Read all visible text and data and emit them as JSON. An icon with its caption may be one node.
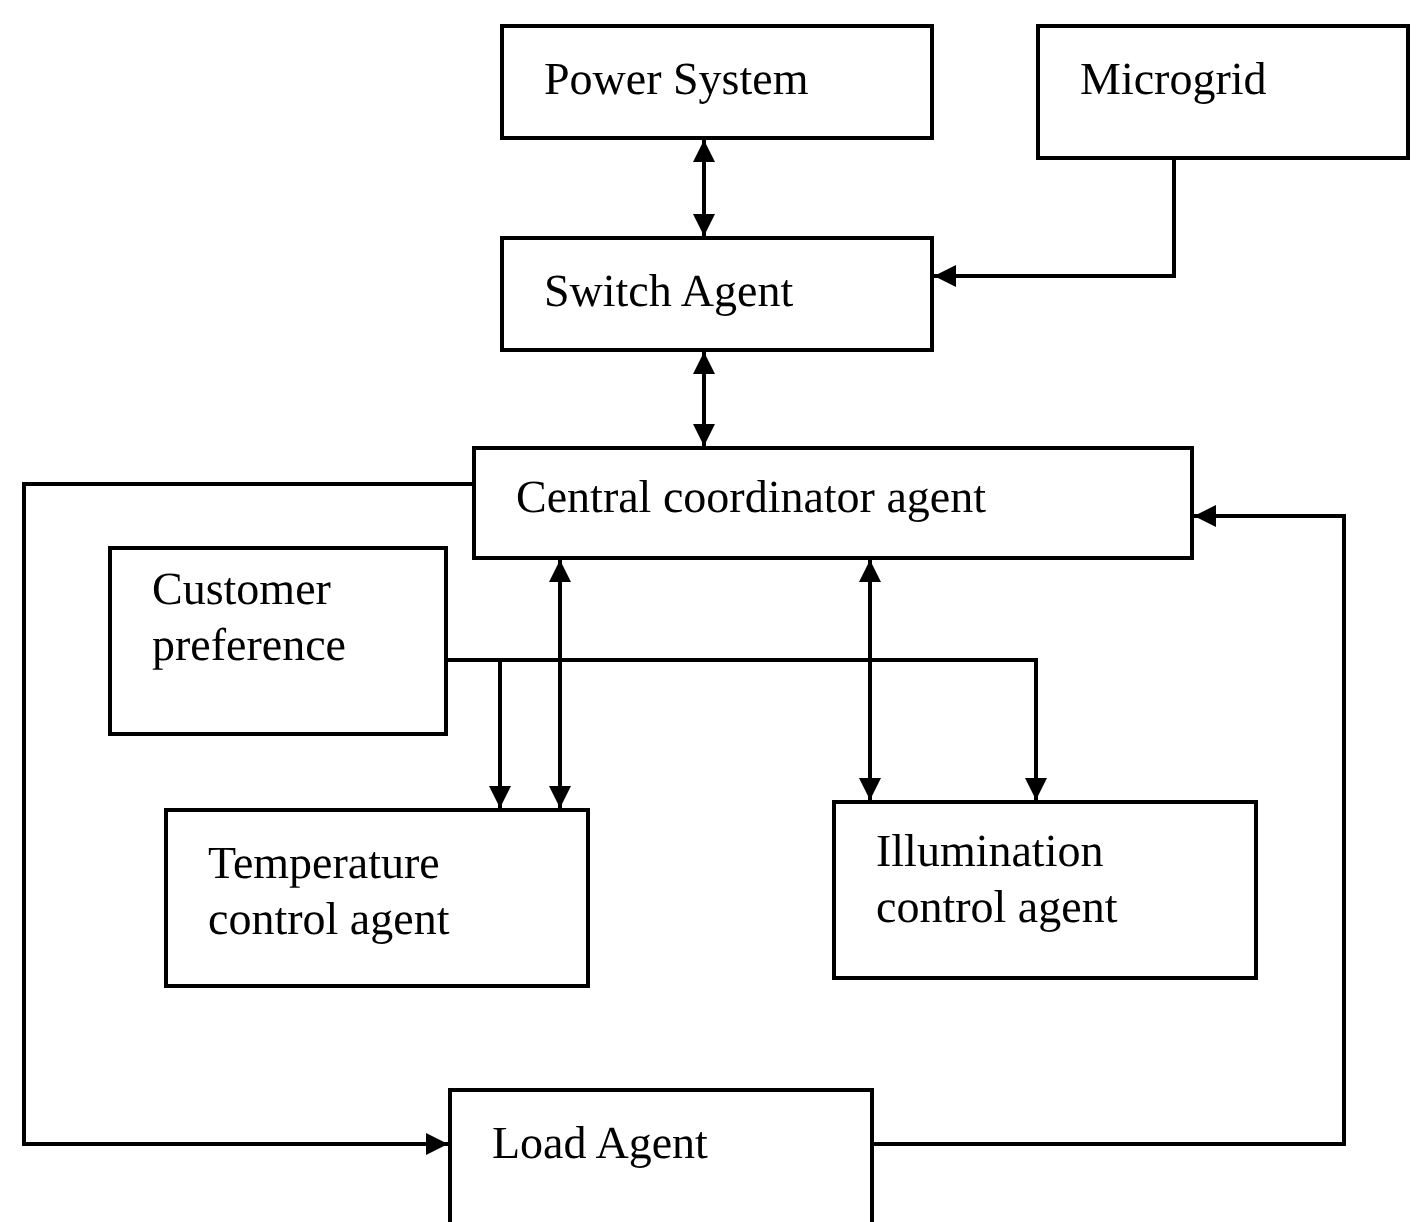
{
  "diagram": {
    "nodes": [
      {
        "text": [
          "Power System"
        ]
      },
      {
        "text": [
          "Microgrid"
        ]
      },
      {
        "text": [
          "Switch Agent"
        ]
      },
      {
        "text": [
          "Central coordinator agent"
        ]
      },
      {
        "text": [
          "Customer preference"
        ]
      },
      {
        "text": [
          "Temperature control agent"
        ]
      },
      {
        "text": [
          "Illumination control agent"
        ]
      },
      {
        "text": [
          "Load Agent"
        ]
      }
    ],
    "edges": [
      {
        "from": 0,
        "to": 2,
        "arrow": "both"
      },
      {
        "from": 1,
        "to": 2,
        "arrow": "to"
      },
      {
        "from": 2,
        "to": 3,
        "arrow": "both"
      },
      {
        "from": 3,
        "to": 5,
        "arrow": "both"
      },
      {
        "from": 4,
        "to": 5,
        "arrow": "to"
      },
      {
        "from": 4,
        "to": 6,
        "arrow": "to"
      },
      {
        "from": 3,
        "to": 6,
        "arrow": "both"
      },
      {
        "from": 3,
        "to": 7,
        "arrow": "to"
      },
      {
        "from": 7,
        "to": 3,
        "arrow": "to"
      }
    ]
  }
}
